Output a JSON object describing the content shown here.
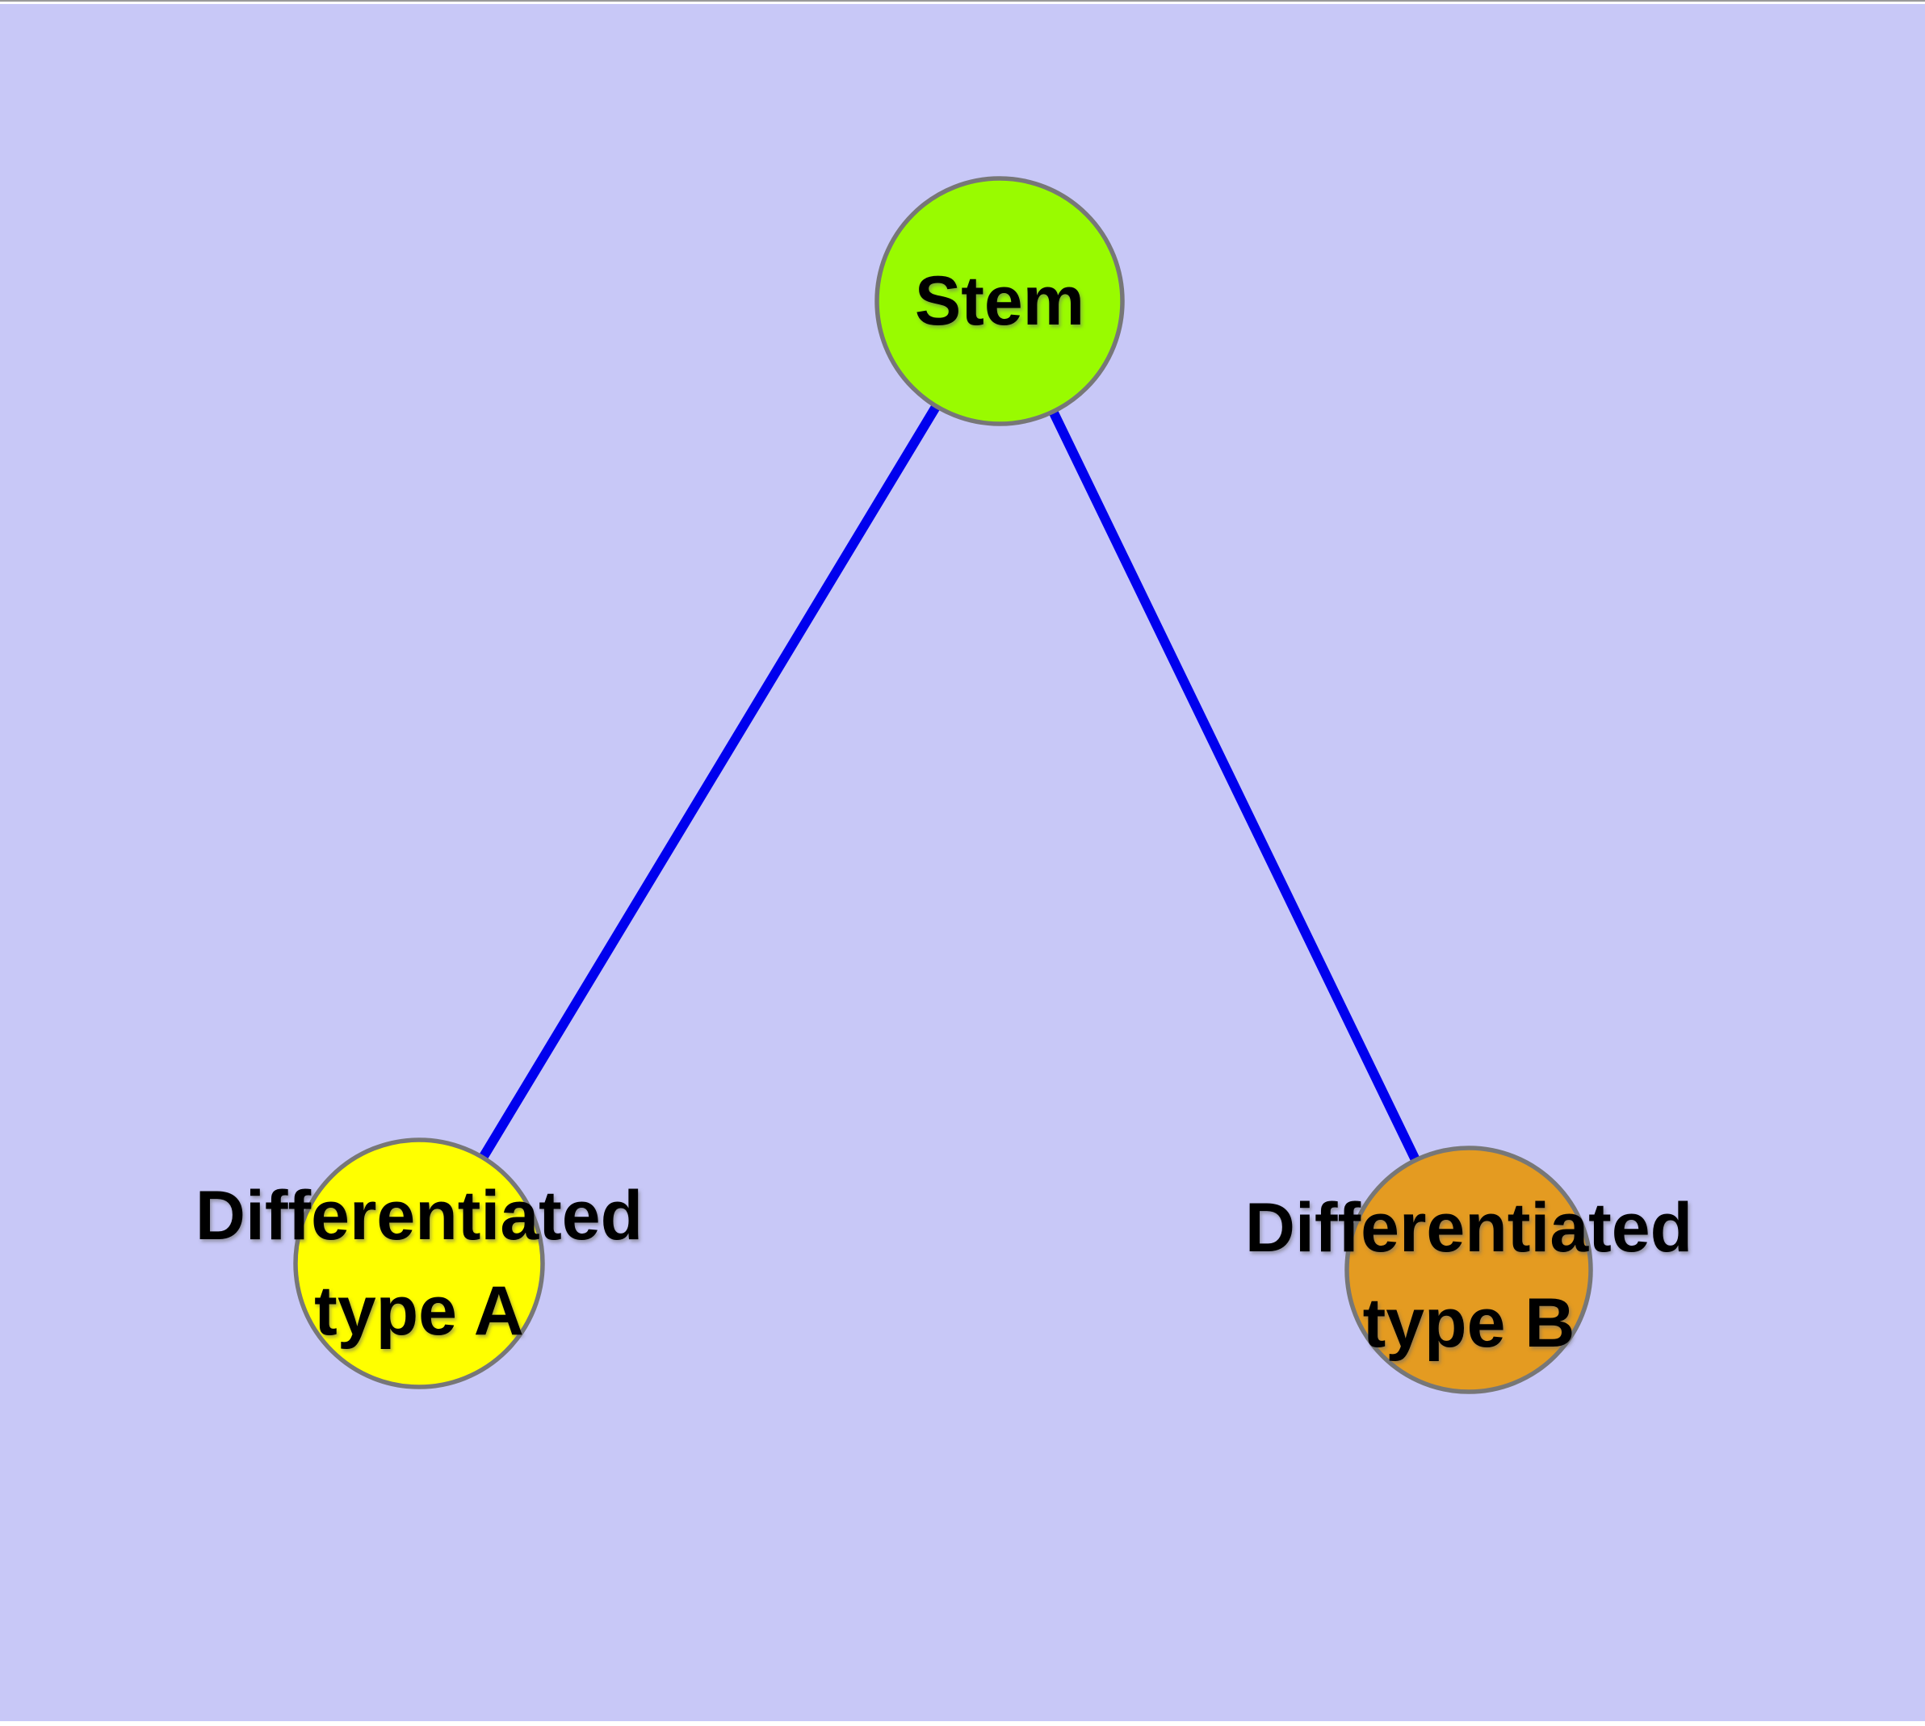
{
  "diagram": {
    "background_color": "#C8C8F7",
    "edge_color": "#0000EE",
    "node_border_color": "#777777",
    "label_color": "#000000",
    "nodes": [
      {
        "id": "stem",
        "lines": [
          "Stem"
        ],
        "color": "#99FB00"
      },
      {
        "id": "differentiated-type-a",
        "lines": [
          "Differentiated",
          "type A"
        ],
        "color": "#FFFF00"
      },
      {
        "id": "differentiated-type-b",
        "lines": [
          "Differentiated",
          "type B"
        ],
        "color": "#E49B21"
      }
    ],
    "edges": [
      {
        "from": "stem",
        "to": "differentiated-type-a"
      },
      {
        "from": "stem",
        "to": "differentiated-type-b"
      }
    ]
  }
}
